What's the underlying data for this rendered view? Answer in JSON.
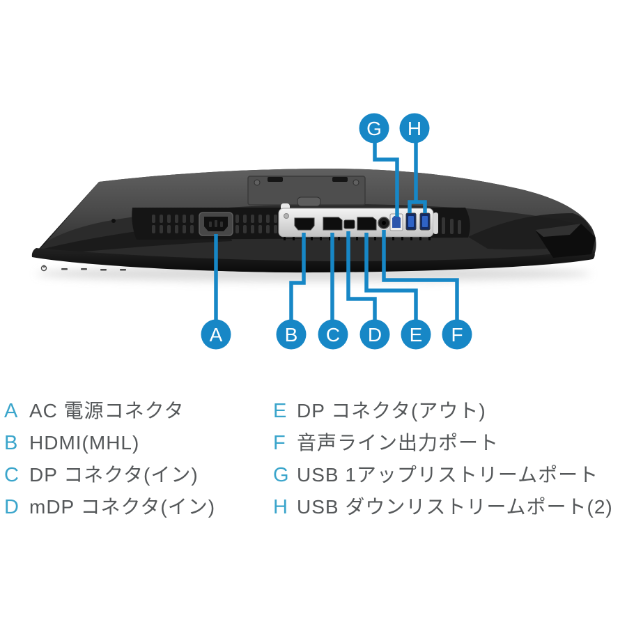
{
  "colors": {
    "callout_blue": "#1787c6",
    "legend_letter_blue": "#3aa5cb",
    "legend_text_gray": "#55585a"
  },
  "callouts": {
    "top": [
      {
        "label": "G"
      },
      {
        "label": "H"
      }
    ],
    "bottom": [
      {
        "label": "A"
      },
      {
        "label": "B"
      },
      {
        "label": "C"
      },
      {
        "label": "D"
      },
      {
        "label": "E"
      },
      {
        "label": "F"
      }
    ]
  },
  "legend": {
    "left": [
      {
        "key": "A",
        "label": "AC 電源コネクタ"
      },
      {
        "key": "B",
        "label": "HDMI(MHL)"
      },
      {
        "key": "C",
        "label": "DP コネクタ(イン)"
      },
      {
        "key": "D",
        "label": "mDP コネクタ(イン)"
      }
    ],
    "right": [
      {
        "key": "E",
        "label": "DP コネクタ(アウト)"
      },
      {
        "key": "F",
        "label": "音声ライン出力ポート"
      },
      {
        "key": "G",
        "label": "USB 1アップリストリームポート"
      },
      {
        "key": "H",
        "label": "USB ダウンリストリームポート(2)"
      }
    ]
  }
}
